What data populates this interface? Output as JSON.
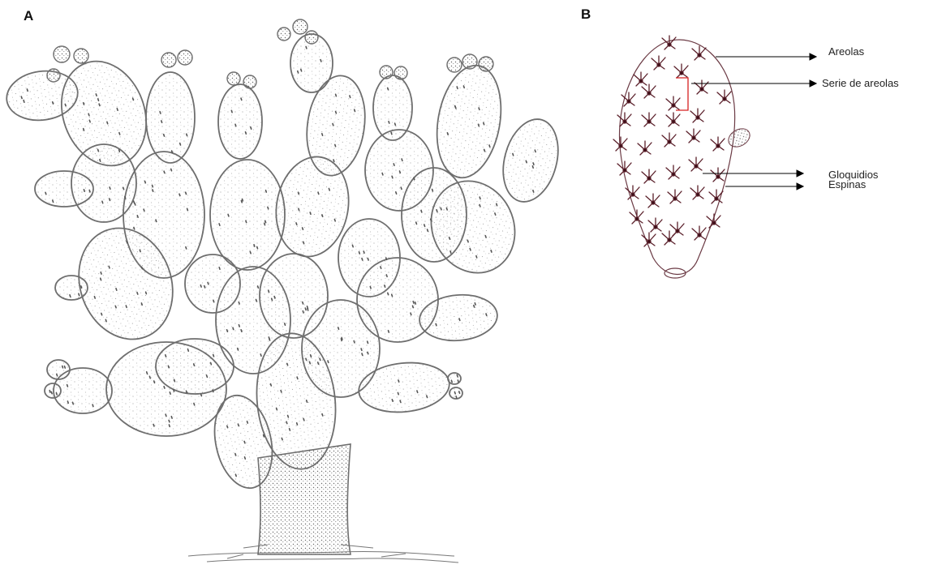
{
  "figure": {
    "panel_a": {
      "letter": "A"
    },
    "panel_b": {
      "letter": "B",
      "labels": {
        "areolas": "Areolas",
        "serie_de_areolas": "Serie de  areolas",
        "gloquidios": "Gloquidios",
        "espinas": "Espinas"
      }
    }
  },
  "colors": {
    "outline": "#6e6e6e",
    "stipple": "#8a8a8a",
    "spine": "#5a1f2a",
    "areola_series_bracket": "#d62020",
    "arrow": "#000000"
  }
}
